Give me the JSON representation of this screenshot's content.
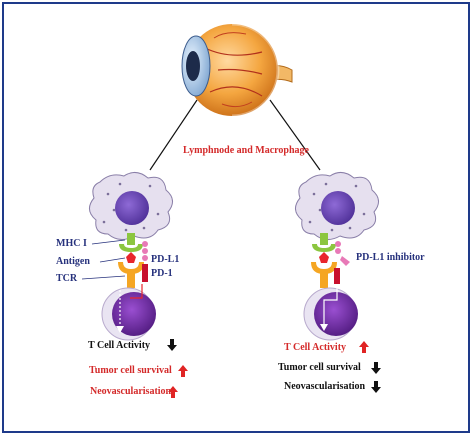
{
  "center_label": "Lymphnode and Macrophage",
  "left": {
    "molecules": {
      "mhc": "MHC I",
      "antigen": "Antigen",
      "tcr": "TCR",
      "pdl1": "PD-L1",
      "pd1": "PD-1"
    },
    "outcomes": [
      {
        "text": "T Cell Activity",
        "direction": "down",
        "arrow_color": "#111111"
      },
      {
        "text": "Tumor cell survival",
        "direction": "up",
        "arrow_color": "#e02424"
      },
      {
        "text": "Neovascularisation",
        "direction": "up",
        "arrow_color": "#e02424"
      }
    ]
  },
  "right": {
    "molecules": {
      "inhibitor": "PD-L1 inhibitor"
    },
    "outcomes": [
      {
        "text": "T Cell Activity",
        "direction": "up",
        "arrow_color": "#e02424"
      },
      {
        "text": "Tumor cell survival",
        "direction": "down",
        "arrow_color": "#111111"
      },
      {
        "text": "Neovascularisation",
        "direction": "down",
        "arrow_color": "#111111"
      }
    ]
  },
  "colors": {
    "border": "#1e3a8a",
    "label_navy": "#27327d",
    "label_red": "#d42a2a",
    "mhc_green": "#8cc63f",
    "antigen_red": "#e8262c",
    "tcr_orange": "#f5a623",
    "pdl1_pink": "#e879b7",
    "pd1_red": "#c8102e",
    "tcell_purple": "#6b2a9e",
    "macrophage": "#e6e0ef"
  }
}
